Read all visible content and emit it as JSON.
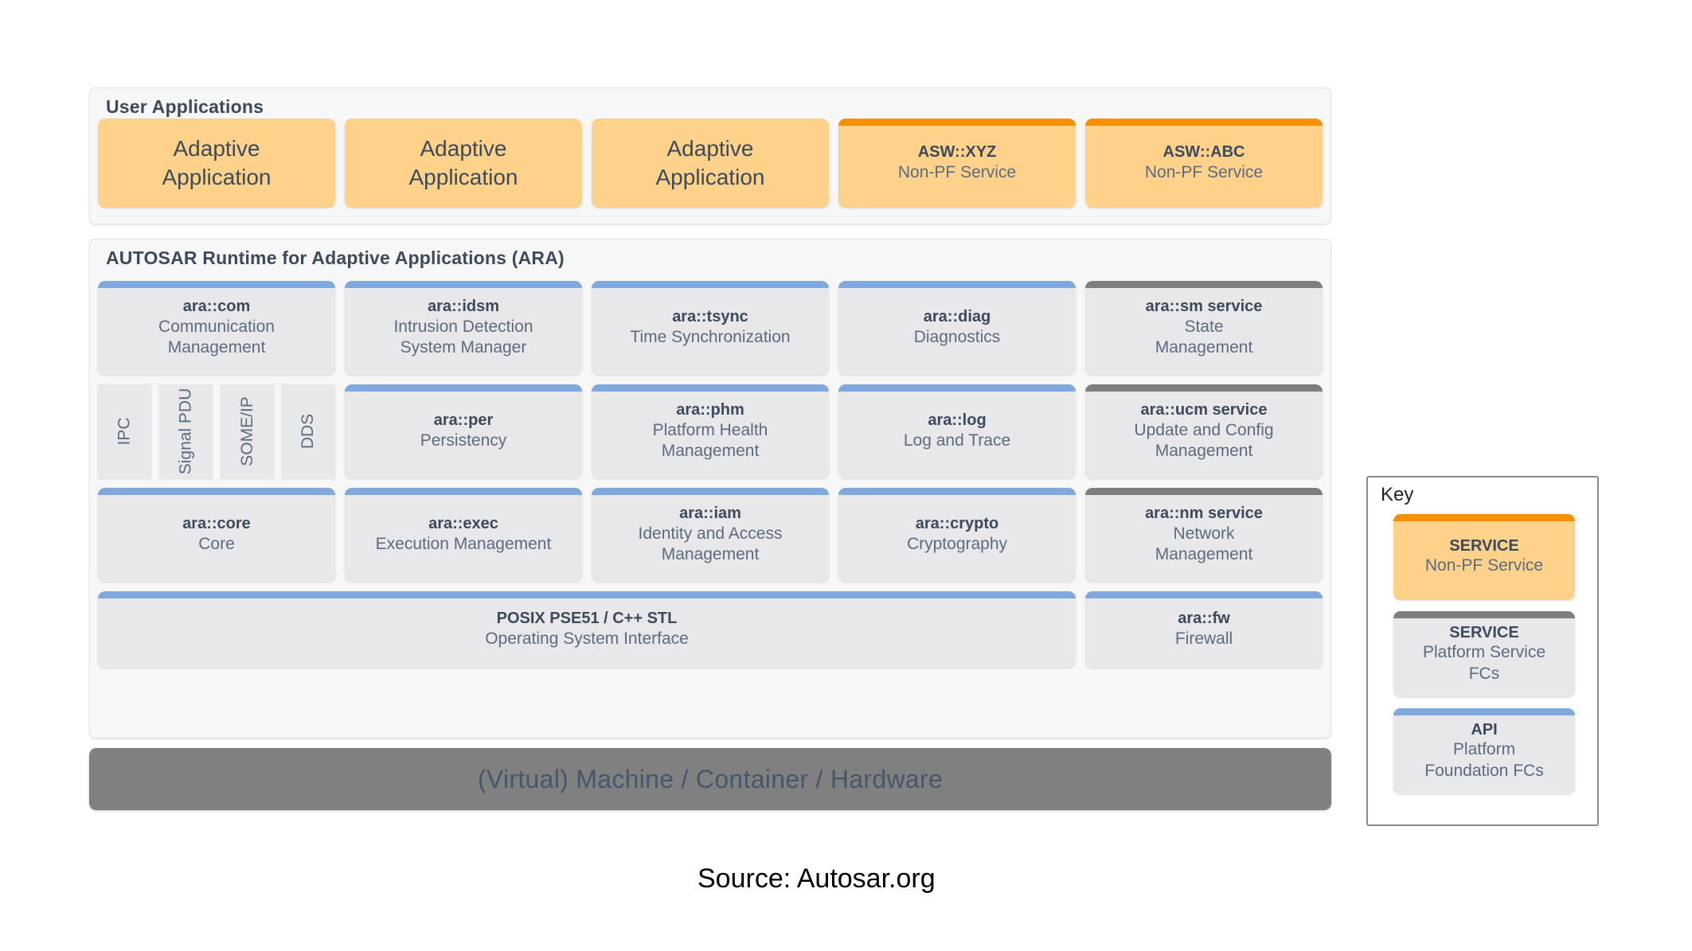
{
  "colors": {
    "non_pf_service_fill": "#ffd28c",
    "non_pf_service_bar": "#f59000",
    "platform_service_bar": "#7e7e7e",
    "api_bar": "#7fa9dc",
    "box_fill": "#e8e8ea",
    "panel_bg": "#f7f7f7",
    "hardware_bar": "#808080",
    "title_text": "#3d4a5c",
    "body_text": "#5c6b7e"
  },
  "user_applications": {
    "title": "User Applications",
    "boxes": [
      {
        "kind": "app",
        "title": "",
        "sub": "Adaptive\nApplication"
      },
      {
        "kind": "app",
        "title": "",
        "sub": "Adaptive\nApplication"
      },
      {
        "kind": "app",
        "title": "",
        "sub": "Adaptive\nApplication"
      },
      {
        "kind": "service",
        "title": "ASW::XYZ",
        "sub": "Non-PF Service"
      },
      {
        "kind": "service",
        "title": "ASW::ABC",
        "sub": "Non-PF Service"
      }
    ]
  },
  "ara": {
    "title": "AUTOSAR Runtime for Adaptive Applications  (ARA)",
    "row1": [
      {
        "kind": "api",
        "title": "ara::com",
        "sub": "Communication\nManagement"
      },
      {
        "kind": "api",
        "title": "ara::idsm",
        "sub": "Intrusion Detection\nSystem Manager"
      },
      {
        "kind": "api",
        "title": "ara::tsync",
        "sub": "Time Synchronization"
      },
      {
        "kind": "api",
        "title": "ara::diag",
        "sub": "Diagnostics"
      },
      {
        "kind": "pfservice",
        "title": "ara::sm service",
        "sub": "State\nManagement"
      }
    ],
    "protocols": [
      "IPC",
      "Signal PDU",
      "SOME/IP",
      "DDS"
    ],
    "row2": [
      {
        "kind": "api",
        "title": "ara::per",
        "sub": "Persistency"
      },
      {
        "kind": "api",
        "title": "ara::phm",
        "sub": "Platform Health\nManagement"
      },
      {
        "kind": "api",
        "title": "ara::log",
        "sub": "Log and Trace"
      },
      {
        "kind": "pfservice",
        "title": "ara::ucm service",
        "sub": "Update and Config\nManagement"
      }
    ],
    "row3": [
      {
        "kind": "api",
        "title": "ara::core",
        "sub": "Core"
      },
      {
        "kind": "api",
        "title": "ara::exec",
        "sub": "Execution Management"
      },
      {
        "kind": "api",
        "title": "ara::iam",
        "sub": "Identity and Access\nManagement"
      },
      {
        "kind": "api",
        "title": "ara::crypto",
        "sub": "Cryptography"
      },
      {
        "kind": "pfservice",
        "title": "ara::nm service",
        "sub": "Network\nManagement"
      }
    ],
    "row4": [
      {
        "kind": "api",
        "title": "POSIX PSE51 / C++ STL",
        "sub": "Operating System Interface"
      },
      {
        "kind": "api",
        "title": "ara::fw",
        "sub": "Firewall"
      }
    ]
  },
  "hardware": {
    "label": "(Virtual) Machine / Container / Hardware"
  },
  "key": {
    "title": "Key",
    "items": [
      {
        "kind": "service",
        "title": "SERVICE",
        "sub": "Non-PF Service"
      },
      {
        "kind": "pfservice",
        "title": "SERVICE",
        "sub": "Platform Service\nFCs"
      },
      {
        "kind": "api",
        "title": "API",
        "sub": "Platform\nFoundation FCs"
      }
    ]
  },
  "source": {
    "caption": "Source: Autosar.org"
  }
}
